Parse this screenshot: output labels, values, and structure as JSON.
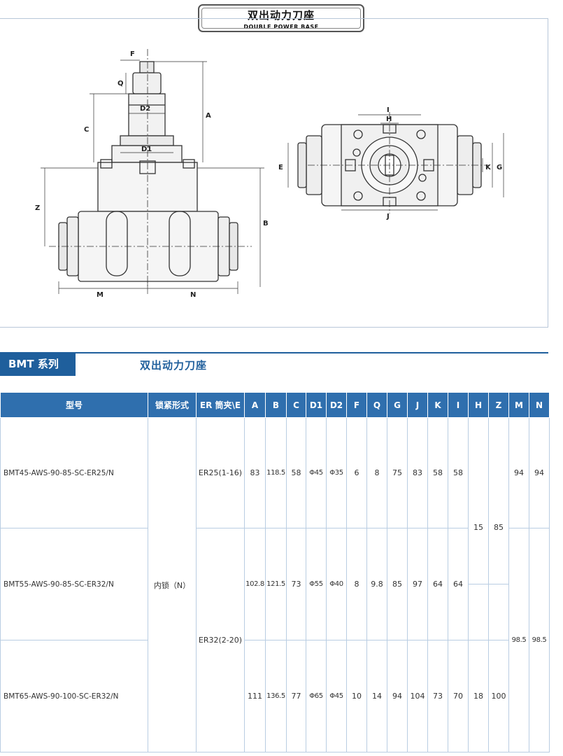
{
  "header": {
    "title_cn": "双出动力刀座",
    "title_en": "DOUBLE POWER BASE"
  },
  "drawing": {
    "labels": {
      "F": "F",
      "Q": "Q",
      "D2": "D2",
      "D1": "D1",
      "C": "C",
      "A": "A",
      "Z": "Z",
      "B": "B",
      "M": "M",
      "N": "N",
      "I": "I",
      "H": "H",
      "E": "E",
      "K": "K",
      "G": "G",
      "J": "J"
    }
  },
  "series": {
    "tag": "BMT 系列",
    "name": "双出动力刀座"
  },
  "table": {
    "headers": [
      "型号",
      "锁紧形式",
      "ER 筒夹\\E",
      "A",
      "B",
      "C",
      "D1",
      "D2",
      "F",
      "Q",
      "G",
      "J",
      "K",
      "I",
      "H",
      "Z",
      "M",
      "N"
    ],
    "locking": "内锁（N）",
    "collet_er25": "ER25(1-16)",
    "collet_er32": "ER32(2-20)",
    "h_shared": "15",
    "z_shared": "85",
    "mn_shared_m": "98.5",
    "mn_shared_n": "98.5",
    "rows": [
      {
        "model": "BMT45-AWS-90-85-SC-ER25/N",
        "A": "83",
        "B": "118.5",
        "C": "58",
        "D1": "Φ45",
        "D2": "Φ35",
        "F": "6",
        "Q": "8",
        "G": "75",
        "J": "83",
        "K": "58",
        "I": "58",
        "M": "94",
        "N": "94"
      },
      {
        "model": "BMT55-AWS-90-85-SC-ER32/N",
        "A": "102.8",
        "B": "121.5",
        "C": "73",
        "D1": "Φ55",
        "D2": "Φ40",
        "F": "8",
        "Q": "9.8",
        "G": "85",
        "J": "97",
        "K": "64",
        "I": "64"
      },
      {
        "model": "BMT65-AWS-90-100-SC-ER32/N",
        "A": "111",
        "B": "136.5",
        "C": "77",
        "D1": "Φ65",
        "D2": "Φ45",
        "F": "10",
        "Q": "14",
        "G": "94",
        "J": "104",
        "K": "73",
        "I": "70",
        "H": "18",
        "Z": "100"
      }
    ]
  }
}
